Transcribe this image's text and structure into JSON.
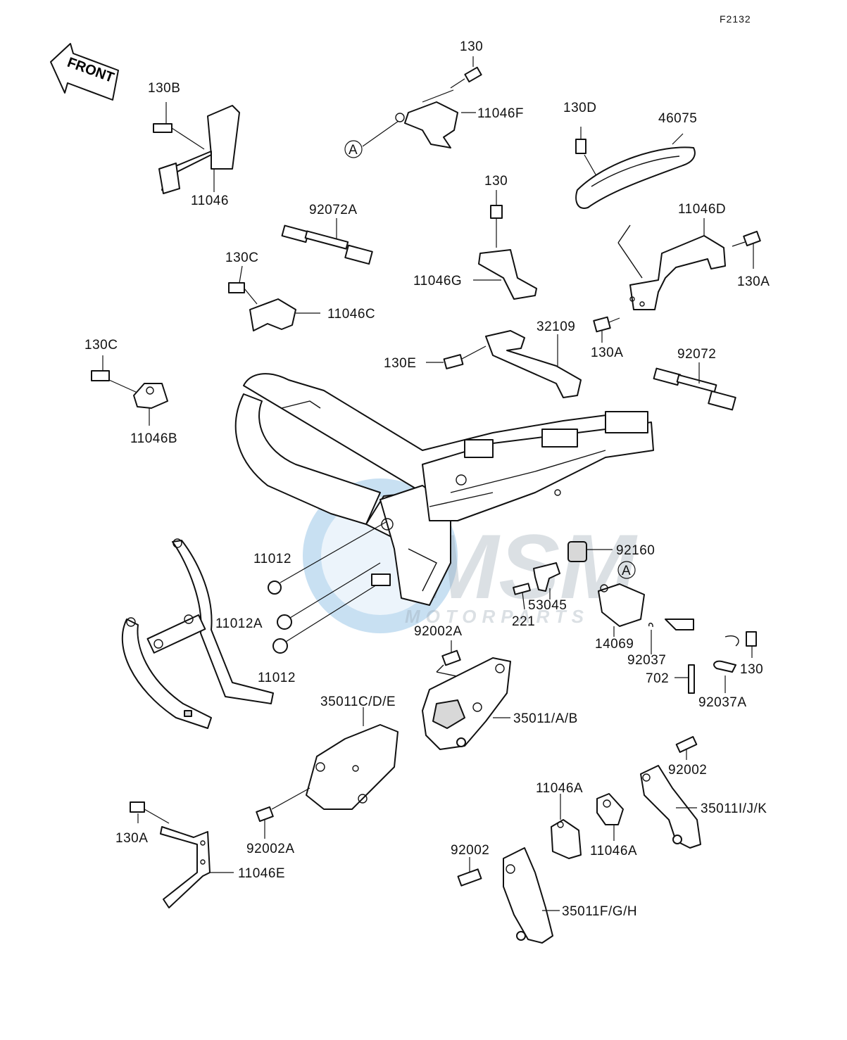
{
  "diagram_code": "F2132",
  "front_label": "FRONT",
  "circle_ref": "A",
  "watermark": {
    "brand": "MSM",
    "sub": "MOTORPARTS",
    "color": "#3b8fd1"
  },
  "labels": {
    "l130_top": "130",
    "l11046F": "11046F",
    "l130B": "130B",
    "l11046": "11046",
    "l130D": "130D",
    "l46075": "46075",
    "l130_mid": "130",
    "l92072A": "92072A",
    "l11046D": "11046D",
    "l130A_right": "130A",
    "l11046G": "11046G",
    "l130C_a": "130C",
    "l11046C": "11046C",
    "l130A_mid": "130A",
    "l32109": "32109",
    "l130C_b": "130C",
    "l130E": "130E",
    "l92072": "92072",
    "l11046B": "11046B",
    "l11012_a": "11012",
    "l92160": "92160",
    "l53045": "53045",
    "l221": "221",
    "l11012A": "11012A",
    "l92002A_top": "92002A",
    "l14069": "14069",
    "l92037": "92037",
    "l130_right": "130",
    "l702": "702",
    "l92037A": "92037A",
    "l11012_b": "11012",
    "l35011CDE": "35011C/D/E",
    "l35011AB": "35011/A/B",
    "l92002_right": "92002",
    "l11046A_a": "11046A",
    "l35011IJK": "35011I/J/K",
    "l11046A_b": "11046A",
    "l130A_bottom": "130A",
    "l92002A_bottom": "92002A",
    "l92002_bottom": "92002",
    "l11046E": "11046E",
    "l35011FGH": "35011F/G/H"
  }
}
